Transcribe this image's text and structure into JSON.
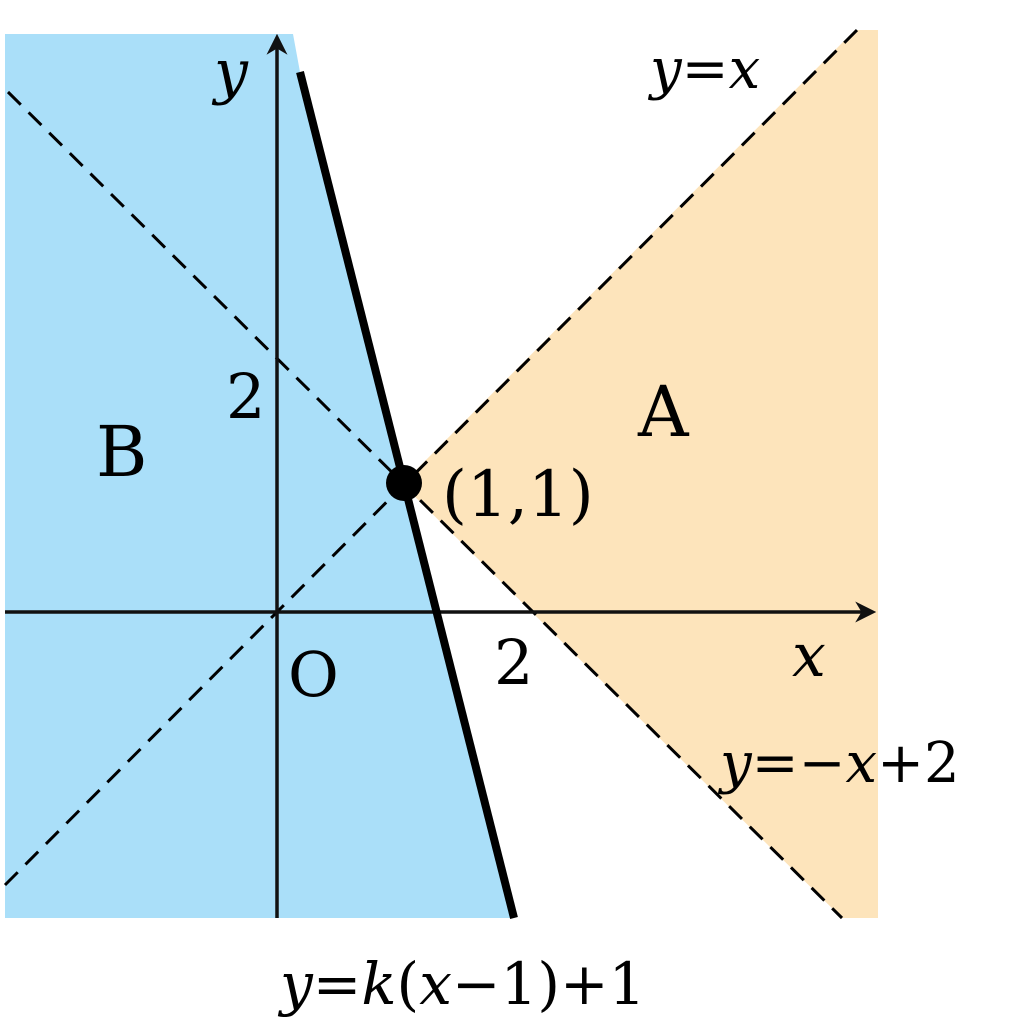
{
  "colors": {
    "region_a": "#fde4bb",
    "region_b": "#aadff9",
    "ink": "#000000",
    "axis": "#111111"
  },
  "labels": {
    "y_axis": "y",
    "x_axis": "x",
    "origin": "O",
    "tick_y2": "2",
    "tick_x2": "2",
    "region_a": "A",
    "region_b": "B",
    "point": "(1,1)"
  },
  "lines": {
    "y_eq_x": {
      "var": "y",
      "eq": "=",
      "rhs": "x"
    },
    "y_eq_negx_plus2": {
      "var": "y",
      "eq": "=",
      "minus": "−",
      "x": "x",
      "rest": "+2"
    },
    "y_eq_k": {
      "var": "y",
      "eq": "=",
      "k": "k",
      "open": "(",
      "x": "x",
      "rest": "−1)+1"
    }
  }
}
